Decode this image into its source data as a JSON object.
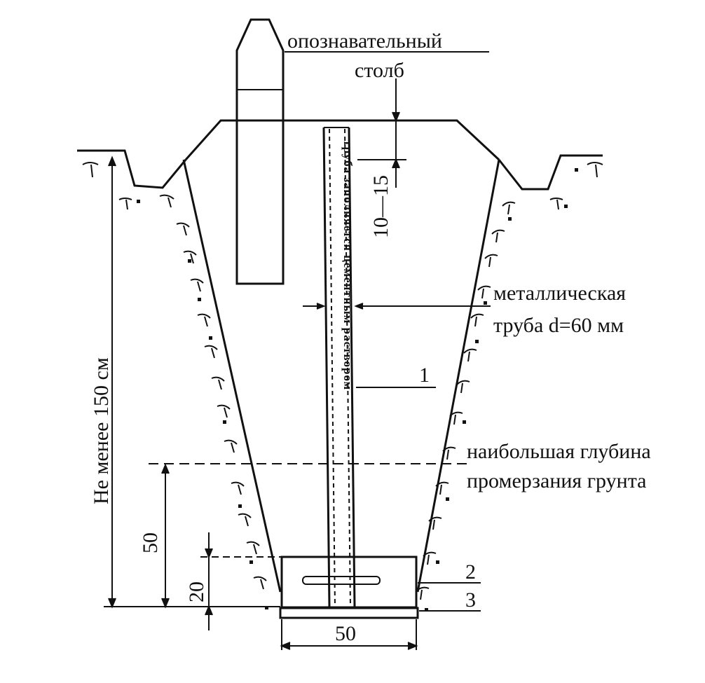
{
  "labels": {
    "marker_post_line1": "опознавательный",
    "marker_post_line2": "столб",
    "metal_pipe_line1": "металлическая",
    "metal_pipe_line2": "труба d=60 мм",
    "max_frost_line1": "наибольшая глубина",
    "max_frost_line2": "промерзания грунта",
    "item_1": "1",
    "item_2": "2",
    "item_3": "3",
    "pipe_fill_note": "труба заполняется цементным раствором"
  },
  "dimensions": {
    "top_gap": "10—15",
    "depth_total": "Не менее 150 см",
    "below_frost": "50",
    "plate_height": "20",
    "plate_width": "50"
  },
  "colors": {
    "ink": "#111111",
    "background": "#ffffff"
  }
}
